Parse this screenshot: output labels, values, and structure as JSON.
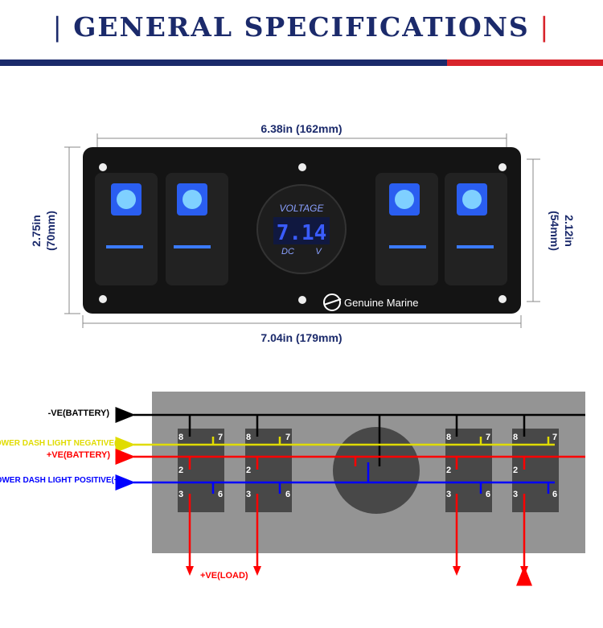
{
  "title": "GENERAL SPECIFICATIONS",
  "colors": {
    "navy": "#1b2a6b",
    "red": "#d8242b"
  },
  "dimensions": {
    "top_width": "6.38in (162mm)",
    "bottom_width": "7.04in (179mm)",
    "left_height_in": "2.75in",
    "left_height_mm": "(70mm)",
    "right_height_in": "2.12in",
    "right_height_mm": "(54mm)"
  },
  "panel": {
    "voltmeter_label": "VOLTAGE",
    "voltmeter_reading": "7.14",
    "voltmeter_dc": "DC",
    "voltmeter_unit": "V",
    "brand": "Genuine Marine"
  },
  "wiring": {
    "neg_battery": "-VE(BATTERY)",
    "dash_neg": "LOWER DASH LIGHT NEGATIVE(-)",
    "pos_battery": "+VE(BATTERY)",
    "dash_pos": "LOWER DASH LIGHT POSITIVE(+)",
    "pos_load": "+VE(LOAD)",
    "pins": [
      "8",
      "7",
      "2",
      "3",
      "6"
    ]
  }
}
